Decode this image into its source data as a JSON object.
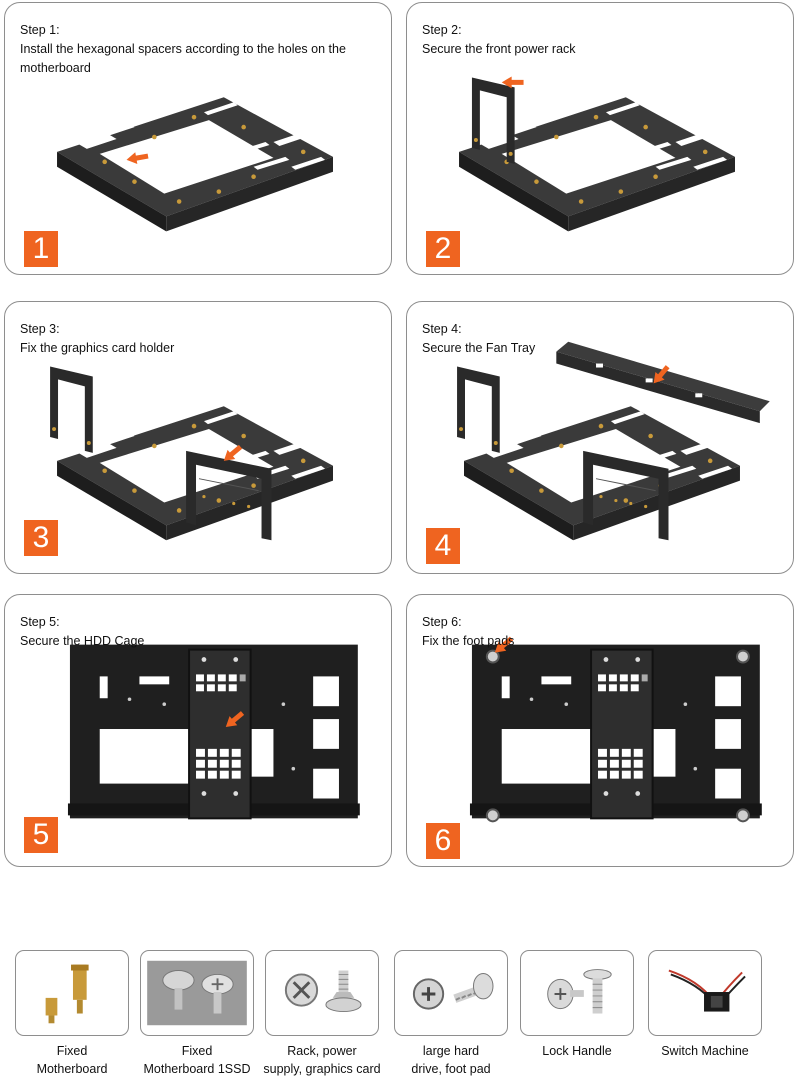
{
  "steps": [
    {
      "title": "Step 1:\nInstall the hexagonal spacers according to the holes on the motherboard",
      "number": "1",
      "illustration": "open-frame-tray"
    },
    {
      "title": "Step 2:\nSecure the front power rack",
      "number": "2",
      "illustration": "tray-with-power-rack"
    },
    {
      "title": "Step 3:\nFix the graphics card holder",
      "number": "3",
      "illustration": "tray-with-gpu-holder"
    },
    {
      "title": "Step 4:\nSecure the Fan Tray",
      "number": "4",
      "illustration": "tray-with-fan-bracket"
    },
    {
      "title": "Step 5:\nSecure the HDD Cage",
      "number": "5",
      "illustration": "top-view-hdd-cage"
    },
    {
      "title": "Step 6:\nFix the foot pads",
      "number": "6",
      "illustration": "top-view-foot-pads"
    }
  ],
  "parts": [
    {
      "label": "Fixed\nMotherboard",
      "icon": "brass-standoff-icon"
    },
    {
      "label": "Fixed\nMotherboard 1SSD",
      "icon": "thumb-screw-icon"
    },
    {
      "label": "Rack, power\nsupply, graphics card",
      "icon": "hex-screw-icon"
    },
    {
      "label": "large hard\ndrive, foot pad",
      "icon": "washer-screw-icon"
    },
    {
      "label": "Lock Handle",
      "icon": "flat-head-screw-icon"
    },
    {
      "label": "Switch Machine",
      "icon": "power-switch-icon"
    }
  ],
  "colors": {
    "accent": "#ef6420",
    "frame": "#2f2f2f",
    "standoff": "#c89a3a"
  }
}
